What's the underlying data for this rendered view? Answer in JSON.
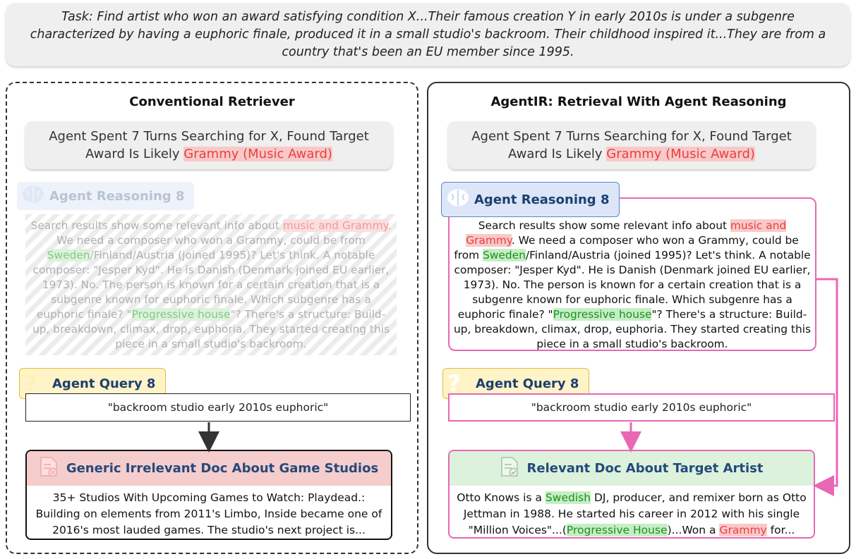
{
  "task": "Task: Find artist who won an award satisfying condition X...Their famous creation Y in early 2010s is under a subgenre characterized by having a euphoric finale, produced it in a small studio's backroom. Their childhood inspired it...They are from a country that's been an EU member since 1995.",
  "colors": {
    "pink": "#e868b5",
    "red_highlight": "#ea3f3f",
    "green_highlight": "#179417",
    "reason_tag": "#dce6f8",
    "query_tag": "#fff3c8"
  },
  "left": {
    "title": "Conventional Retriever",
    "found_pre": "Agent Spent 7 Turns Searching for X, Found Target Award Is Likely ",
    "found_hl": "Grammy (Music Award)",
    "reason_label": "Agent Reasoning 8",
    "reason_icon": "brain-icon",
    "query_label": "Agent Query 8",
    "query_icon": "question-icon",
    "query_text": "\"backroom studio early 2010s euphoric\"",
    "doc_title": "Generic Irrelevant Doc About Game Studios",
    "doc_icon": "document-x-icon",
    "doc_text": "35+ Studios With Upcoming Games to Watch: Playdead.: Building on elements from 2011's Limbo, Inside became one of 2016's most lauded games. The studio's next project is..."
  },
  "right": {
    "title": "AgentIR: Retrieval With Agent Reasoning",
    "found_pre": "Agent Spent 7 Turns Searching for X, Found Target Award Is Likely ",
    "found_hl": "Grammy (Music Award)",
    "reason_label": "Agent Reasoning 8",
    "reason_icon": "brain-icon",
    "query_label": "Agent Query 8",
    "query_icon": "question-icon",
    "query_text": "\"backroom studio early 2010s euphoric\"",
    "doc_title": "Relevant Doc About Target Artist",
    "doc_icon": "document-check-icon",
    "doc_p1": "Otto Knows is a ",
    "doc_h1": "Swedish",
    "doc_p2": " DJ, producer, and remixer born as Otto Jettman in 1988. He started his career in 2012 with his single \"Million Voices\"...(",
    "doc_h2": "Progressive House",
    "doc_p3": ")...Won a ",
    "doc_h3": "Grammy",
    "doc_p4": " for..."
  },
  "reasoning": {
    "p1": "Search results show some relevant info about ",
    "h1": "music and Grammy",
    "p2": ". We need a composer who won a Grammy, could be from ",
    "h2": "Sweden",
    "p3": "/Finland/Austria (joined 1995)? Let's think. A notable composer: \"Jesper Kyd\". He is Danish (Denmark joined EU earlier, 1973). No. The person is known for a certain creation that is a subgenre known for euphoric finale. Which subgenre has a euphoric finale? \"",
    "h3": "Progressive house",
    "p4": "\"? There's a structure: Build-up, breakdown, climax, drop, euphoria. They started creating this piece in a small studio's backroom."
  }
}
